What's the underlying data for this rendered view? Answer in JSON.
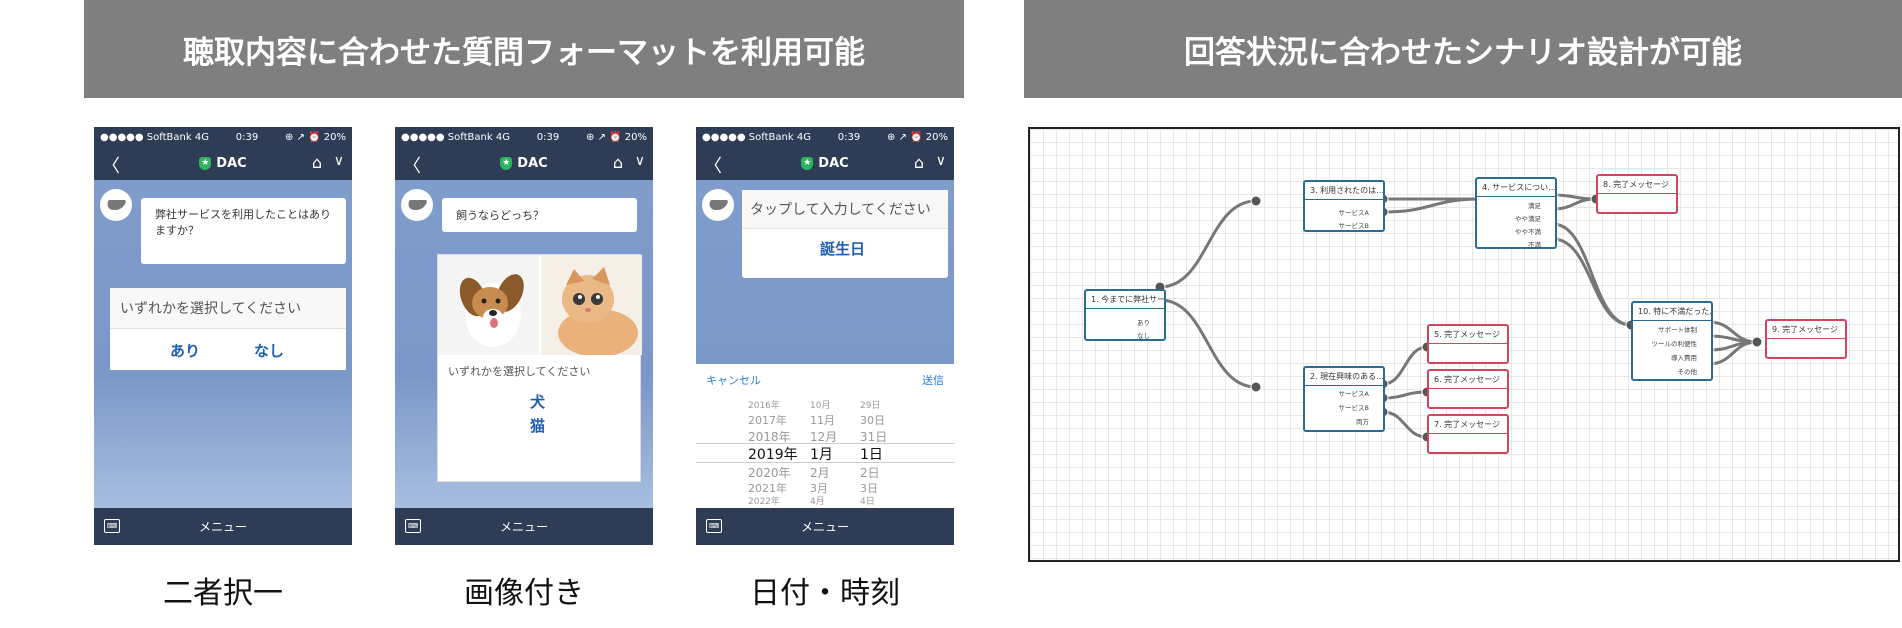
{
  "banner_left": "聴取内容に合わせた質問フォーマットを利用可能",
  "banner_right": "回答状況に合わせたシナリオ設計が可能",
  "phone_common": {
    "carrier": "●●●●● SoftBank  4G",
    "time": "0:39",
    "battery": "⊕ ↗ ⏰ 20%",
    "account": "DAC",
    "menu": "メニュー",
    "shield": "★",
    "keyboard": "⌨"
  },
  "phone1": {
    "question": "弊社サービスを利用したことはありますか？",
    "prompt": "いずれかを選択してください",
    "option_a": "あり",
    "option_b": "なし",
    "caption": "二者択一"
  },
  "phone2": {
    "question": "飼うならどっち？",
    "prompt": "いずれかを選択してください",
    "option_a": "犬",
    "option_b": "猫",
    "caption": "画像付き"
  },
  "phone3": {
    "prompt": "タップして入力してください",
    "field": "誕生日",
    "cancel": "キャンセル",
    "send": "送信",
    "picker_rows": [
      {
        "y": "2016年",
        "m": "10月",
        "d": "29日"
      },
      {
        "y": "2017年",
        "m": "11月",
        "d": "30日"
      },
      {
        "y": "2018年",
        "m": "12月",
        "d": "31日"
      },
      {
        "y": "2019年",
        "m": "1月",
        "d": "1日"
      },
      {
        "y": "2020年",
        "m": "2月",
        "d": "2日"
      },
      {
        "y": "2021年",
        "m": "3月",
        "d": "3日"
      },
      {
        "y": "2022年",
        "m": "4月",
        "d": "4日"
      }
    ],
    "caption": "日付・時刻"
  },
  "flow": {
    "n1": {
      "title": "1. 今までに弊社サー…",
      "opts": [
        "あり",
        "なし"
      ]
    },
    "n2": {
      "title": "2. 現在興味のある…",
      "opts": [
        "サービスA",
        "サービスB",
        "両方"
      ]
    },
    "n3": {
      "title": "3. 利用されたのは…",
      "opts": [
        "サービスA",
        "サービスB"
      ]
    },
    "n4": {
      "title": "4. サービスについ…",
      "opts": [
        "満足",
        "やや満足",
        "やや不満",
        "不満"
      ]
    },
    "n5": {
      "title": "5. 完了メッセージ"
    },
    "n6": {
      "title": "6. 完了メッセージ"
    },
    "n7": {
      "title": "7. 完了メッセージ"
    },
    "n8": {
      "title": "8. 完了メッセージ"
    },
    "n9": {
      "title": "9. 完了メッセージ"
    },
    "n10": {
      "title": "10. 特に不満だった…",
      "opts": [
        "サポート体制",
        "ツールの利便性",
        "導入費用",
        "その他"
      ]
    }
  }
}
